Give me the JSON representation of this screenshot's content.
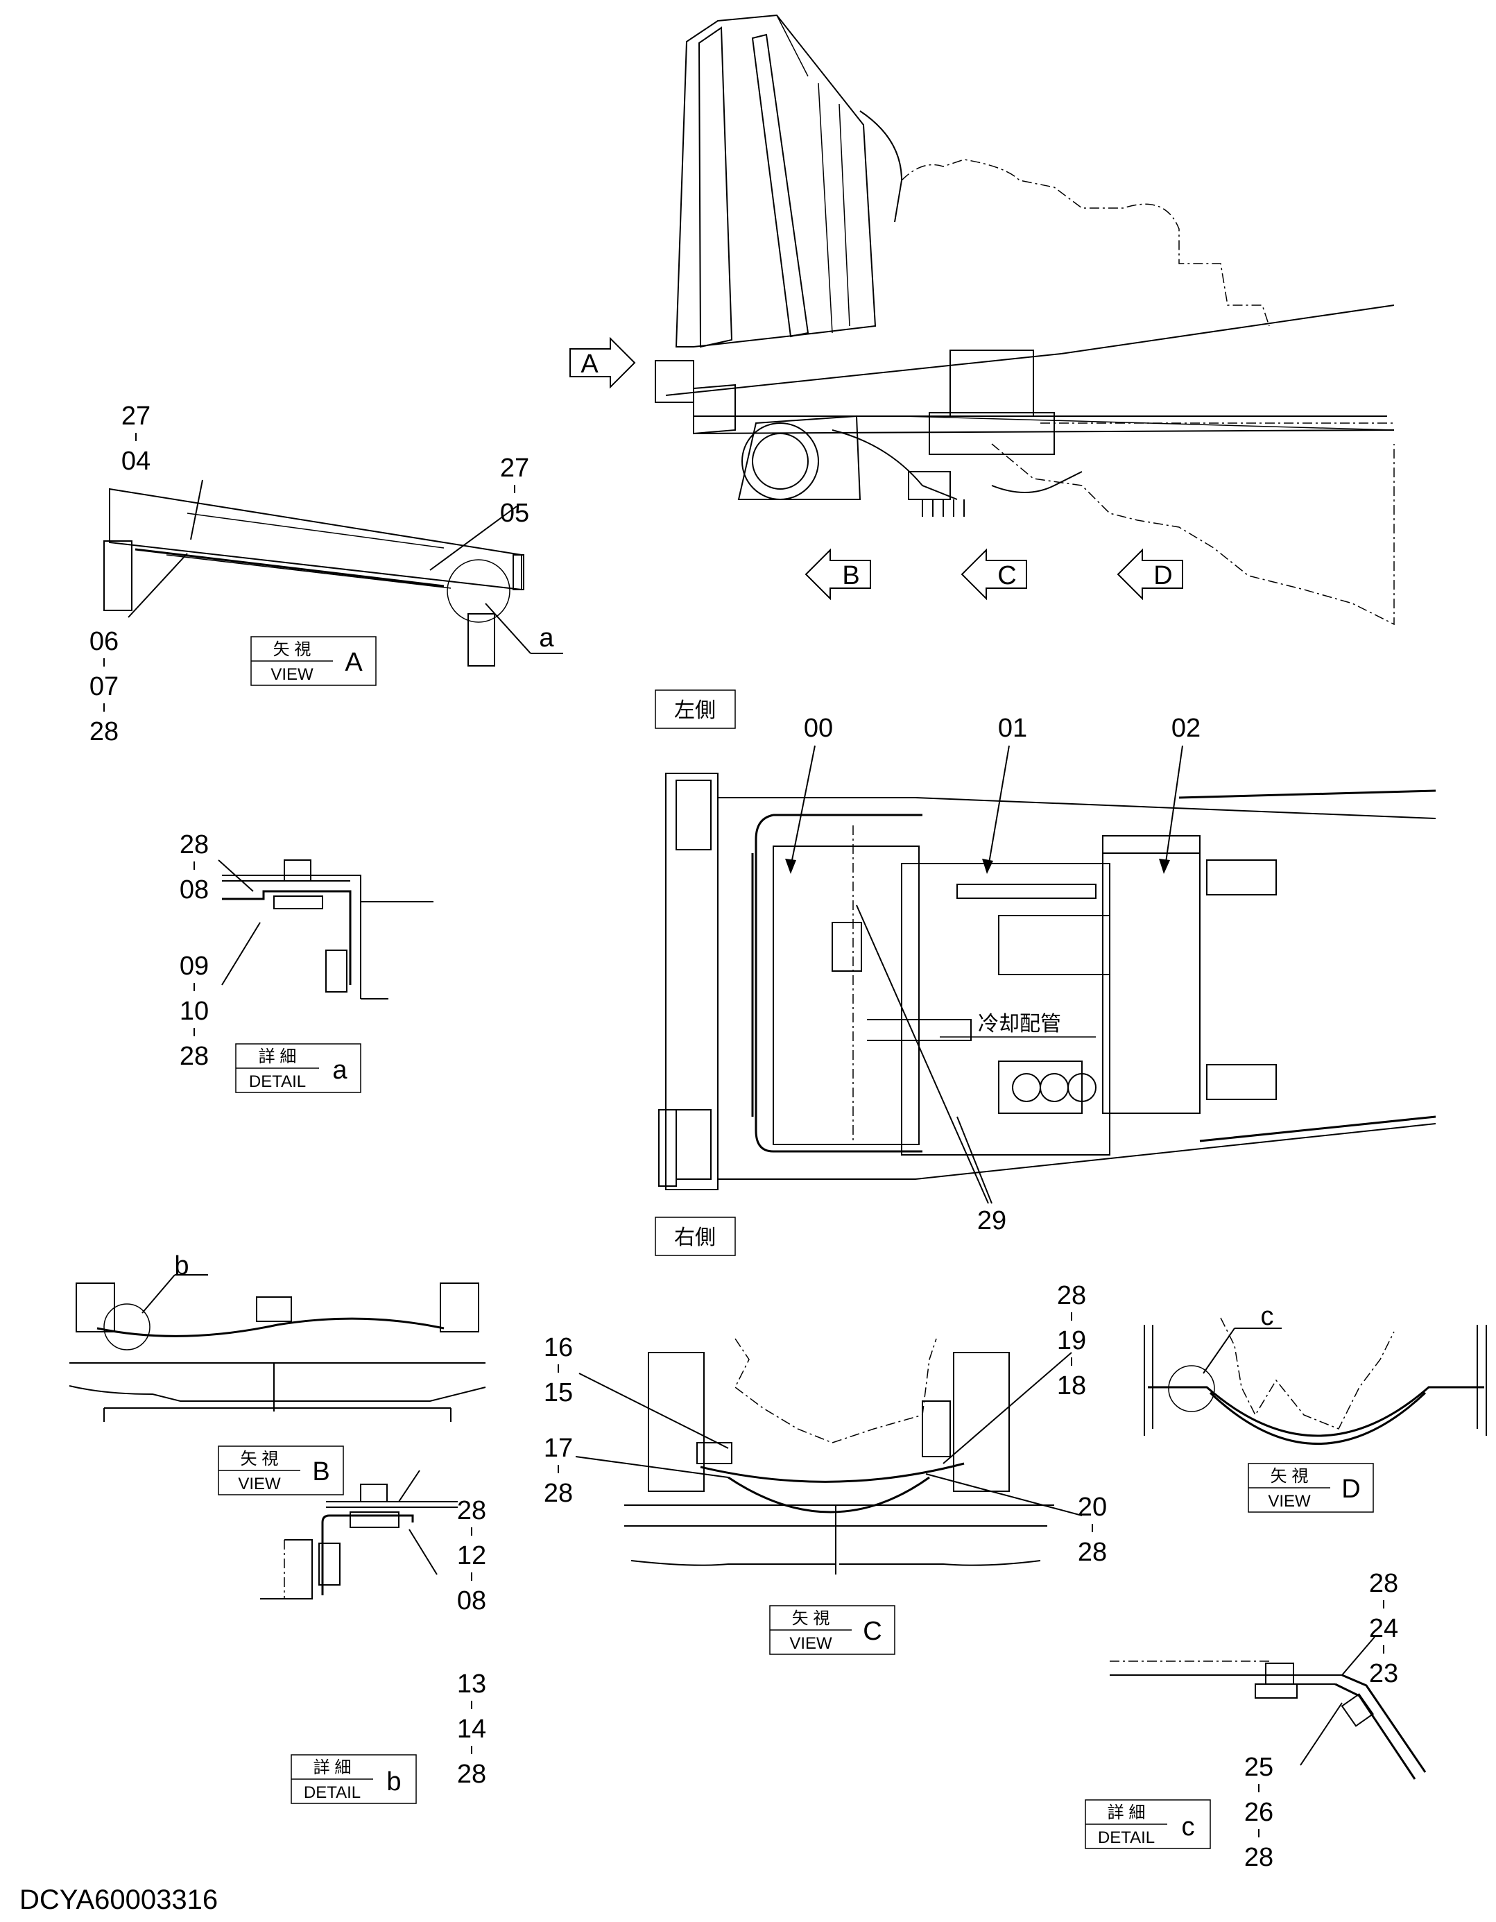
{
  "drawing_code": "DCYA60003316",
  "side_labels": {
    "left": "左側",
    "right": "右側"
  },
  "center_note": "冷却配管",
  "arrows": {
    "a": "A",
    "b": "B",
    "c": "C",
    "d": "D"
  },
  "view_tags": {
    "view_a": {
      "jp": "矢 視",
      "en": "VIEW",
      "letter": "A"
    },
    "view_b": {
      "jp": "矢 視",
      "en": "VIEW",
      "letter": "B"
    },
    "view_c": {
      "jp": "矢 視",
      "en": "VIEW",
      "letter": "C"
    },
    "view_d": {
      "jp": "矢 視",
      "en": "VIEW",
      "letter": "D"
    },
    "detail_a": {
      "jp": "詳 細",
      "en": "DETAIL",
      "letter": "a"
    },
    "detail_b": {
      "jp": "詳 細",
      "en": "DETAIL",
      "letter": "b"
    },
    "detail_c": {
      "jp": "詳 細",
      "en": "DETAIL",
      "letter": "c"
    }
  },
  "callouts": {
    "va_top_left": [
      "27",
      "04"
    ],
    "va_top_right": [
      "27",
      "05"
    ],
    "va_bottom_left": [
      "06",
      "07",
      "28"
    ],
    "va_circle": "a",
    "da_top": [
      "28",
      "08"
    ],
    "da_bottom": [
      "09",
      "10",
      "28"
    ],
    "plan_top": [
      "00",
      "01",
      "02"
    ],
    "plan_bottom": "29",
    "vb_circle": "b",
    "vc_left_top": [
      "16",
      "15"
    ],
    "vc_left_bottom": [
      "17",
      "28"
    ],
    "vc_right_top": [
      "28",
      "19",
      "18"
    ],
    "vc_right_bottom": [
      "20",
      "28"
    ],
    "vd_circle": "c",
    "db_top": [
      "28",
      "12",
      "08"
    ],
    "db_bottom": [
      "13",
      "14",
      "28"
    ],
    "dc_top": [
      "28",
      "24",
      "23"
    ],
    "dc_bottom": [
      "25",
      "26",
      "28"
    ]
  }
}
